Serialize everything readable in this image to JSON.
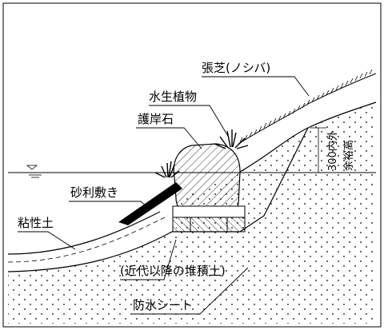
{
  "labels": {
    "turf": "張芝(ノシバ)",
    "aquatic_plants": "水生植物",
    "revetment_stone": "護岸石",
    "gravel": "砂利敷き",
    "clay_soil": "粘性土",
    "modern_fill": "(近代以降の堆積土)",
    "waterproof_sheet": "防水シート",
    "freeboard_height": "300内外",
    "freeboard_label": "余裕高"
  },
  "colors": {
    "line": "#000000",
    "background": "#ffffff"
  }
}
